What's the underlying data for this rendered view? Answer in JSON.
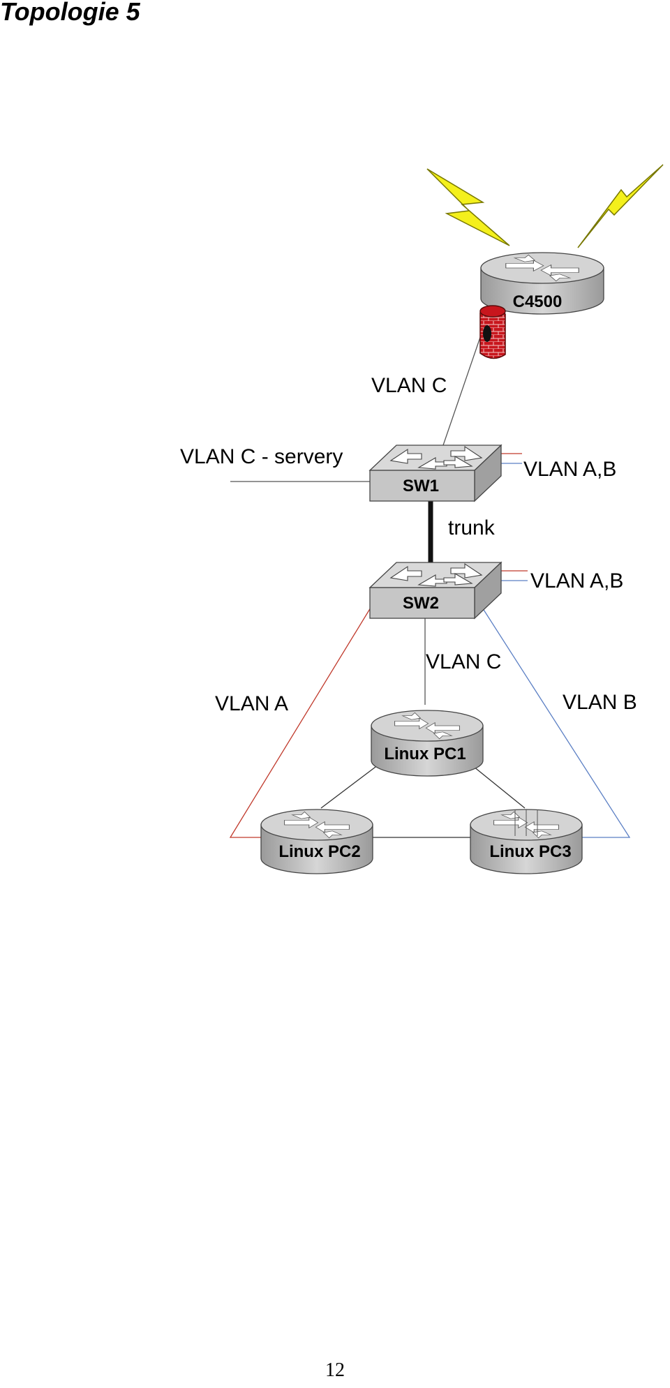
{
  "page": {
    "title": "Topologie 5",
    "page_number": "12"
  },
  "devices": {
    "c4500": "C4500",
    "sw1": "SW1",
    "sw2": "SW2",
    "pc1": "Linux PC1",
    "pc2": "Linux PC2",
    "pc3": "Linux PC3"
  },
  "links": {
    "vlan_c_uplink": "VLAN C",
    "vlan_c_servers": "VLAN C - servery",
    "sw1_vlan_ab": "VLAN A,B",
    "trunk": "trunk",
    "sw2_vlan_ab": "VLAN A,B",
    "vlan_c_pc1": "VLAN C",
    "vlan_a": "VLAN A",
    "vlan_b": "VLAN B"
  },
  "colors": {
    "vlan_a_link": "#c0392b",
    "vlan_b_link": "#5b7fc4",
    "lightning": "#f4f01c",
    "firewall": "#c8161d",
    "device_body": "#c8c8c8"
  },
  "icons": {
    "wan": "lightning-bolt-icon",
    "firewall": "firewall-icon",
    "router": "router-icon",
    "switch": "switch-icon"
  }
}
